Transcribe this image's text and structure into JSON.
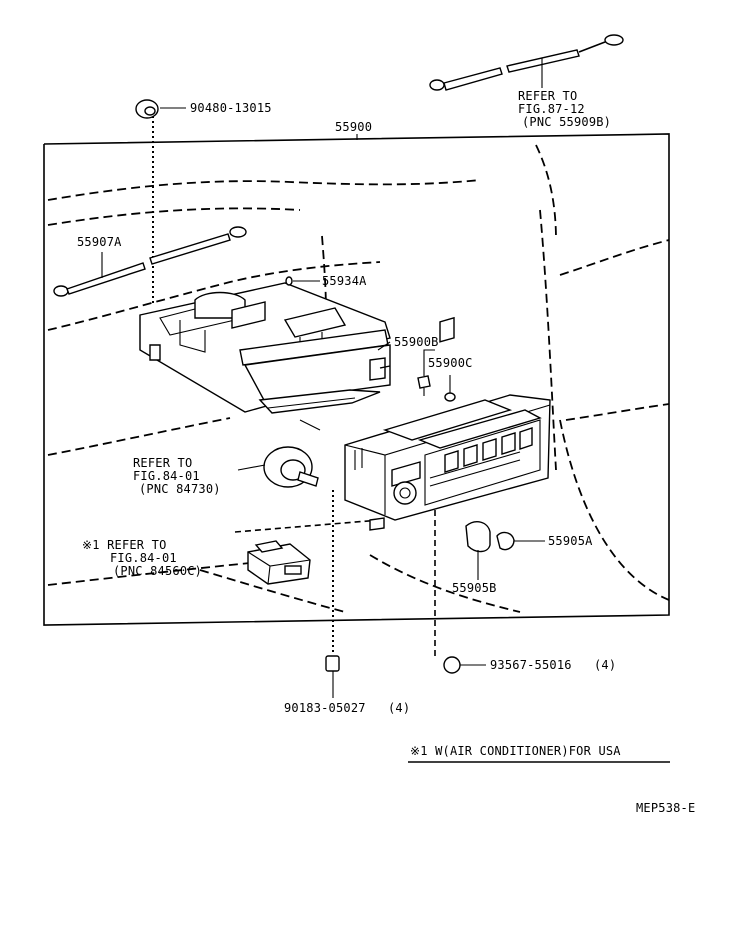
{
  "callouts": {
    "p90480": "90480-13015",
    "p55900": "55900",
    "refer_top_1": "REFER TO",
    "refer_top_2": "FIG.87-12",
    "refer_top_3": "(PNC 55909B)",
    "p55907a": "55907A",
    "p55934a": "55934A",
    "p55900b": "55900B",
    "p55900c": "55900C",
    "refer_mid_1": "REFER TO",
    "refer_mid_2": "FIG.84-01",
    "refer_mid_3": "(PNC 84730)",
    "refer_low_1": "※1 REFER TO",
    "refer_low_2": "FIG.84-01",
    "refer_low_3": "(PNC 84560C)",
    "p55905a": "55905A",
    "p55905b": "55905B",
    "p93567": "93567-55016",
    "p93567_qty": "(4)",
    "p90183": "90183-05027",
    "p90183_qty": "(4)"
  },
  "footnote": "※1 W(AIR CONDITIONER)FOR USA",
  "drawing_code": "MEP538-E"
}
